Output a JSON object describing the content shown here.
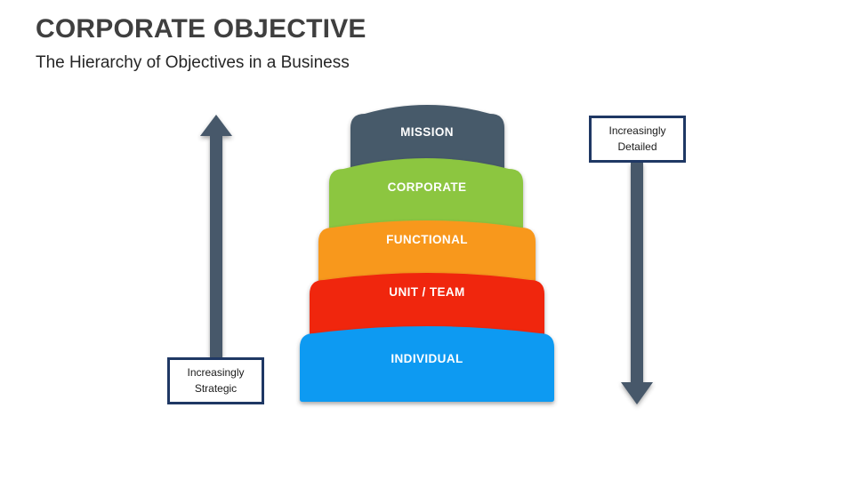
{
  "slide": {
    "title": "CORPORATE OBJECTIVE",
    "subtitle": "The Hierarchy of Objectives in a Business"
  },
  "pyramid": {
    "levels": [
      {
        "label": "MISSION",
        "color": "#475A6B"
      },
      {
        "label": "CORPORATE",
        "color": "#8CC63F"
      },
      {
        "label": "FUNCTIONAL",
        "color": "#F8981D"
      },
      {
        "label": "UNIT / TEAM",
        "color": "#F02508"
      },
      {
        "label": "INDIVIDUAL",
        "color": "#0D9AF2"
      }
    ]
  },
  "annotations": {
    "arrow_color": "#47586A",
    "box_border_color": "#1F3864",
    "left": {
      "line1": "Increasingly",
      "line2": "Strategic",
      "direction": "up"
    },
    "right": {
      "line1": "Increasingly",
      "line2": "Detailed",
      "direction": "down"
    }
  }
}
